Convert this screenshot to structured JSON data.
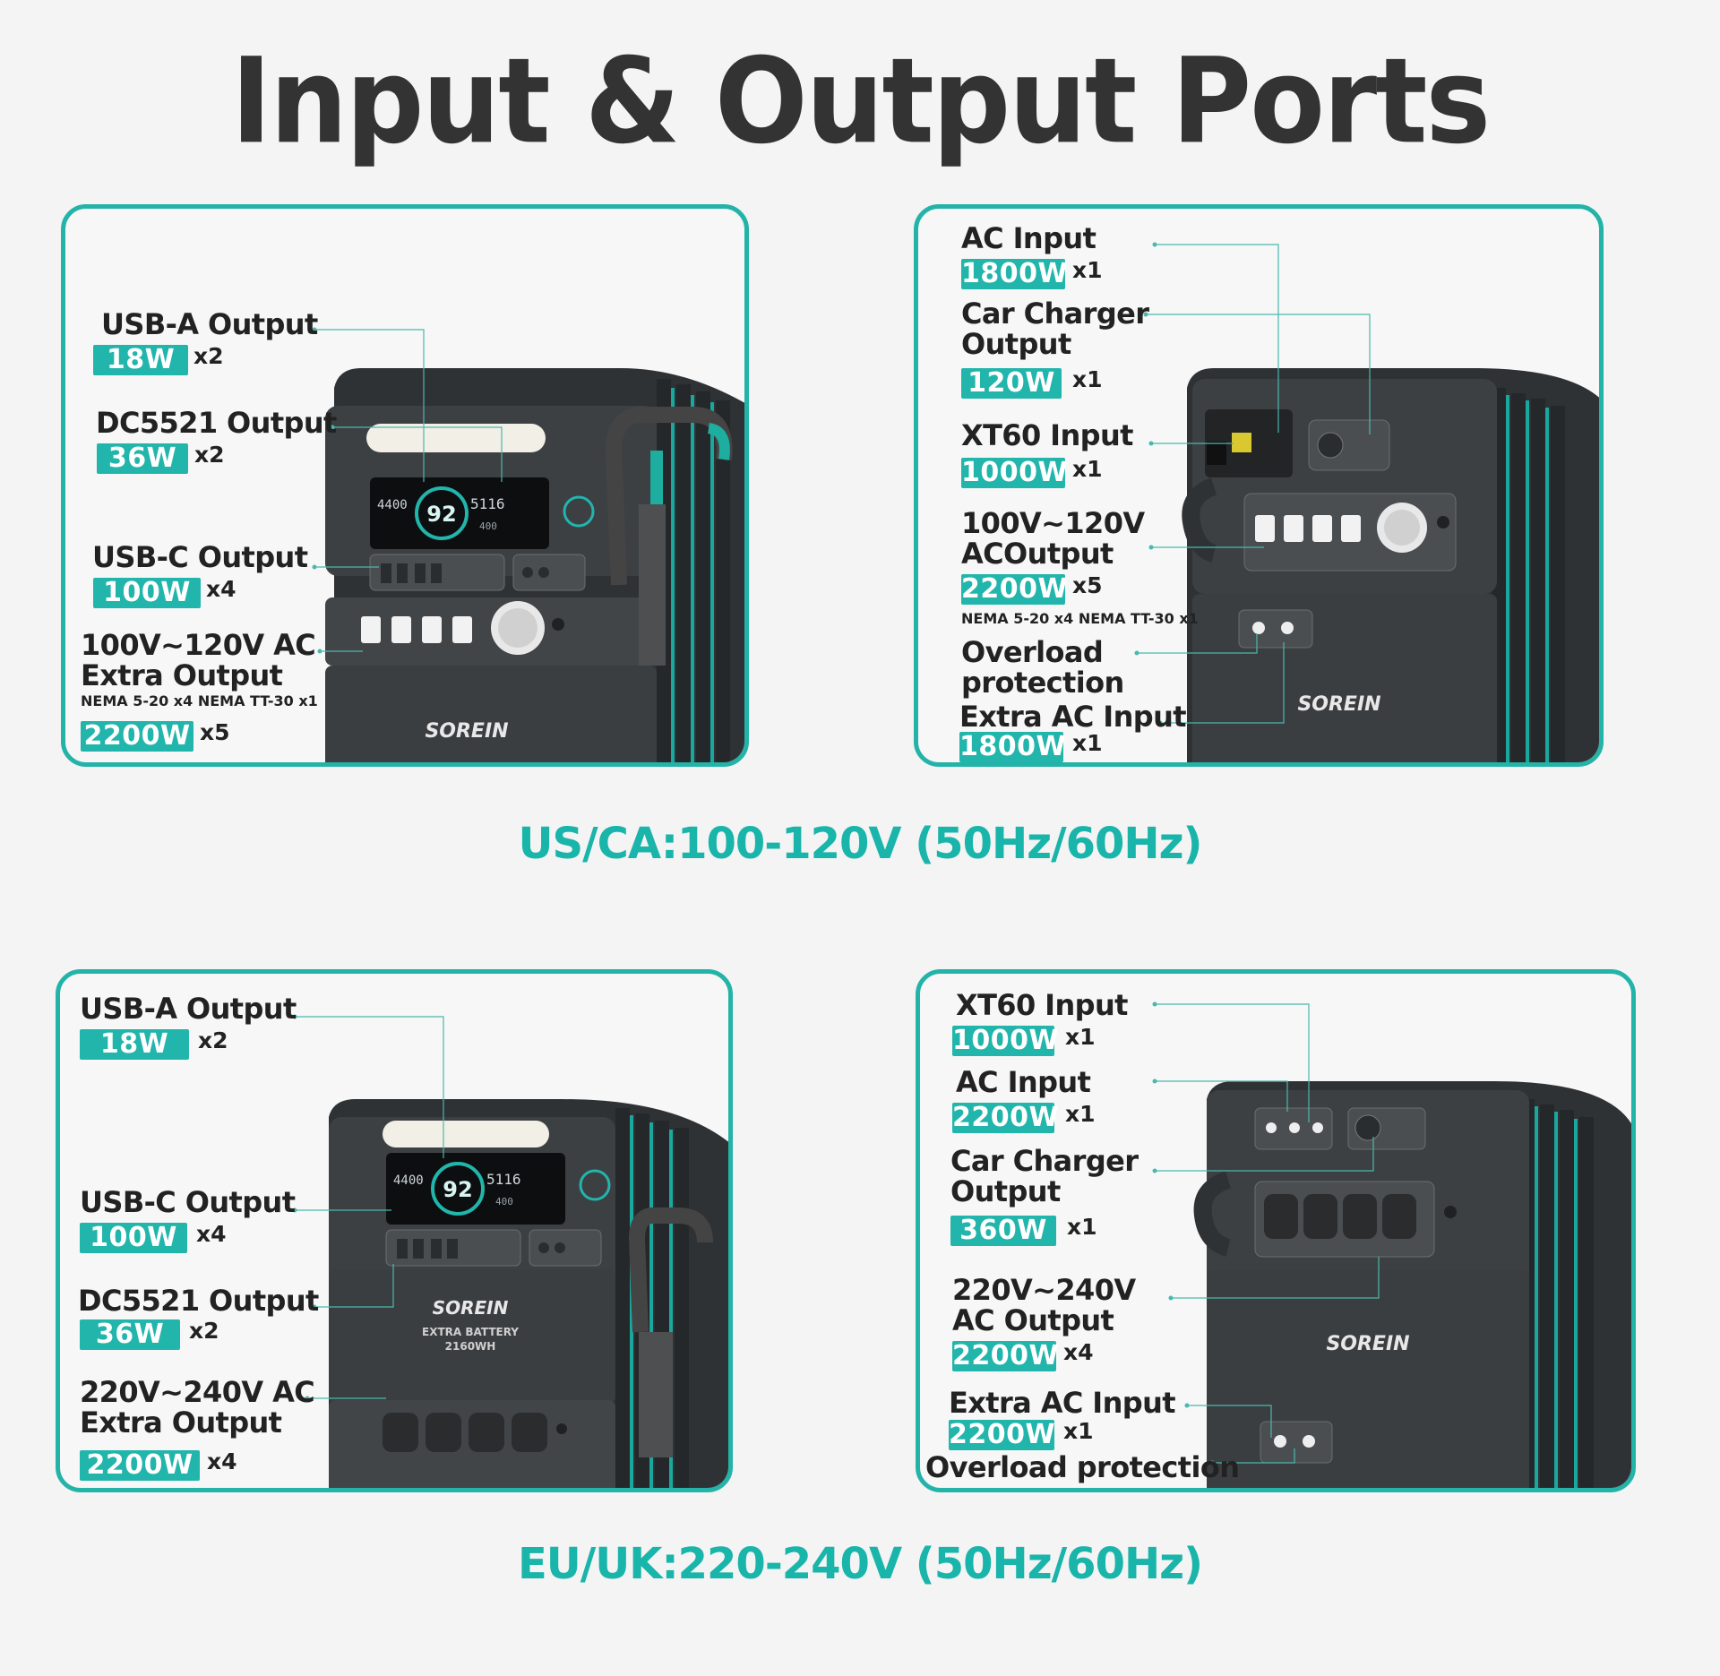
{
  "title": "Input & Output Ports",
  "captions": {
    "us": "US/CA:100-120V (50Hz/60Hz)",
    "eu": "EU/UK:220-240V (50Hz/60Hz)"
  },
  "brand": {
    "logo": "SOREIN",
    "battery_label_1": "EXTRA BATTERY",
    "battery_label_2": "2160WH",
    "display_left": "4400",
    "display_center": "92",
    "display_right": "5116",
    "display_sub": "400"
  },
  "colors": {
    "accent": "#22b5ab",
    "device": "#3b3e41",
    "title": "#333333"
  },
  "us_front": {
    "usb_a": {
      "label": "USB-A Output",
      "watt": "18W",
      "mult": "x2"
    },
    "dc5521": {
      "label": "DC5521 Output",
      "watt": "36W",
      "mult": "x2"
    },
    "usb_c": {
      "label": "USB-C Output",
      "watt": "100W",
      "mult": "x4"
    },
    "ac_extra": {
      "line1": "100V~120V AC",
      "line2": "Extra Output",
      "note": "NEMA 5-20 x4  NEMA TT-30 x1",
      "watt": "2200W",
      "mult": "x5"
    }
  },
  "us_back": {
    "ac_input": {
      "label": "AC Input",
      "watt": "1800W",
      "mult": "x1"
    },
    "car_charger": {
      "line1": "Car Charger",
      "line2": "Output",
      "watt": "120W",
      "mult": "x1"
    },
    "xt60": {
      "label": "XT60 Input",
      "watt": "1000W",
      "mult": "x1"
    },
    "ac_output": {
      "line1": "100V~120V",
      "line2": "ACOutput",
      "watt": "2200W",
      "mult": "x5",
      "note": "NEMA 5-20 x4  NEMA TT-30 x1"
    },
    "overload": {
      "line1": "Overload",
      "line2": "protection"
    },
    "extra_ac_input": {
      "label": "Extra AC Input",
      "watt": "1800W",
      "mult": "x1"
    }
  },
  "eu_front": {
    "usb_a": {
      "label": "USB-A Output",
      "watt": "18W",
      "mult": "x2"
    },
    "usb_c": {
      "label": "USB-C Output",
      "watt": "100W",
      "mult": "x4"
    },
    "dc5521": {
      "label": "DC5521 Output",
      "watt": "36W",
      "mult": "x2"
    },
    "ac_extra": {
      "line1": "220V~240V AC",
      "line2": "Extra Output",
      "watt": "2200W",
      "mult": "x4"
    }
  },
  "eu_back": {
    "xt60": {
      "label": "XT60 Input",
      "watt": "1000W",
      "mult": "x1"
    },
    "ac_input": {
      "label": "AC Input",
      "watt": "2200W",
      "mult": "x1"
    },
    "car_charger": {
      "line1": "Car Charger",
      "line2": "Output",
      "watt": "360W",
      "mult": "x1"
    },
    "ac_output": {
      "line1": "220V~240V",
      "line2": "AC Output",
      "watt": "2200W",
      "mult": "x4"
    },
    "extra_ac_input": {
      "label": "Extra AC Input",
      "watt": "2200W",
      "mult": "x1"
    },
    "overload": {
      "label": "Overload protection"
    }
  }
}
